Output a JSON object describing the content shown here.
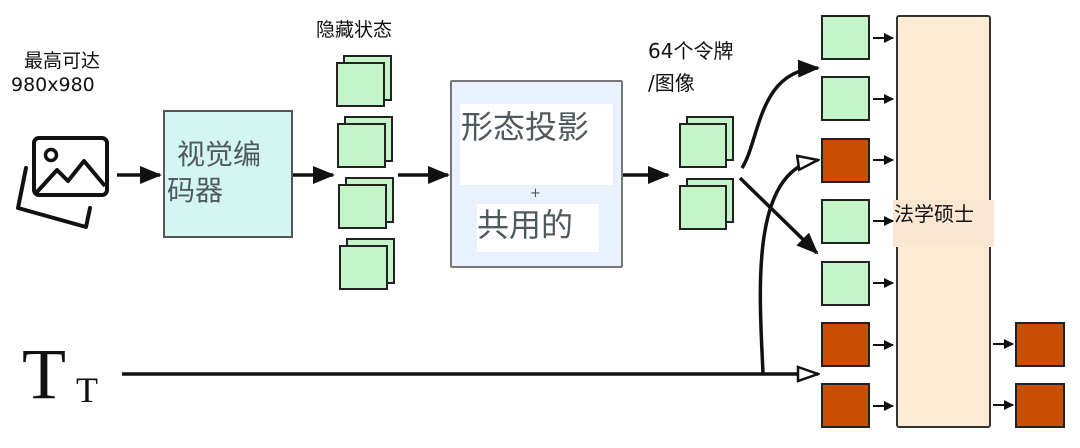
{
  "input": {
    "resolution_label_line1": "最高可达",
    "resolution_label_line2": "980x980",
    "image_icon": "image-stack-icon"
  },
  "vision_encoder": {
    "label_line1": "视觉编",
    "label_line2": "码器",
    "color": "#d4f6f2"
  },
  "hidden_states": {
    "label": "隐藏状态",
    "stack_count": 4,
    "color": "#c4f5c8"
  },
  "projection": {
    "label_top": "形态投影",
    "plus": "+",
    "label_bottom": "共用的",
    "color": "#e9f2fc"
  },
  "tokens": {
    "label_line1": "64个令牌",
    "label_line2": "/图像",
    "stack_count": 2
  },
  "llm": {
    "label": "法学硕士",
    "color": "#fdebd4",
    "inputs": [
      "image",
      "image",
      "text",
      "image",
      "image",
      "text",
      "text"
    ],
    "outputs": [
      "text",
      "text"
    ]
  },
  "text_input": {
    "symbol_large": "T",
    "symbol_small": "T"
  },
  "colors": {
    "image_token": "#c4f5c8",
    "text_token": "#c84f02",
    "arrow": "#111111"
  }
}
